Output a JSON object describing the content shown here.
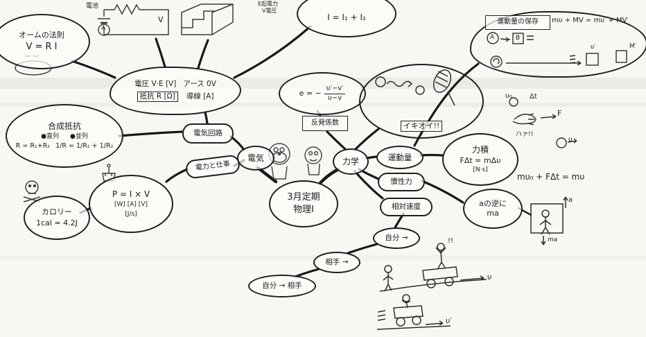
{
  "center": {
    "line1": "3月定期",
    "line2": "物理I"
  },
  "electric": {
    "branch": "電気",
    "ohm_title": "オームの法則",
    "ohm_formula": "V = R I",
    "battery": "電池",
    "ammeter": "A",
    "voltmeter": "V",
    "emf_label": "E起電力",
    "voltage_label": "V電圧",
    "current_sum": "I = I₁ + I₂",
    "volt_line1": "電圧 V·E [V]",
    "volt_r": "抵抗 R [Ω]",
    "earth": "アース 0V",
    "wire": "導線 [A]",
    "res_title": "合成抵抗",
    "res_series": "●直列",
    "res_parallel": "●並列",
    "res_series_f": "R = R₁+R₂",
    "res_parallel_f": "1/R = 1/R₁ + 1/R₂",
    "circuit": "電気回路",
    "power_work": "電力と仕事",
    "power_f": "P = I × V",
    "power_units": "[W] [A] [V]",
    "power_units2": "[J/s]",
    "cal_title": "カロリー",
    "cal_f": "1cal = 4.2J"
  },
  "mechanics": {
    "branch": "力学",
    "rest_label": "反発係数",
    "rest_lhs": "e = −",
    "rest_num": "υ′−v′",
    "rest_den": "υ−v",
    "ikioi": "イキオイ!!",
    "momentum": "運動量",
    "imp_title": "力積",
    "imp_f": "FΔt = mΔυ",
    "imp_units": "[N·s]",
    "imp_eq": "mυ₀ + FΔt = mυ",
    "v0": "υ₀",
    "dt": "Δt",
    "force": "F",
    "ha": "ハァ!!",
    "v": "υ",
    "cons_title": "運動量の保存",
    "cons_f": "mυ + MV = mυ′ + MV′",
    "cons_a": "A",
    "cons_b": "B",
    "cons_v2": "υ′",
    "cons_m2": "M′",
    "inertia": "慣性力",
    "ma_line1": "aの逆に",
    "ma_line2": "ma",
    "elev_a": "a",
    "elev_ma": "ma",
    "relative": "相対速度",
    "self": "自分 →",
    "other": "相手 →",
    "self_other": "自分 → 相手",
    "cart_excl": "!!",
    "cart_v": "υ",
    "cart_v2": "υ′"
  }
}
